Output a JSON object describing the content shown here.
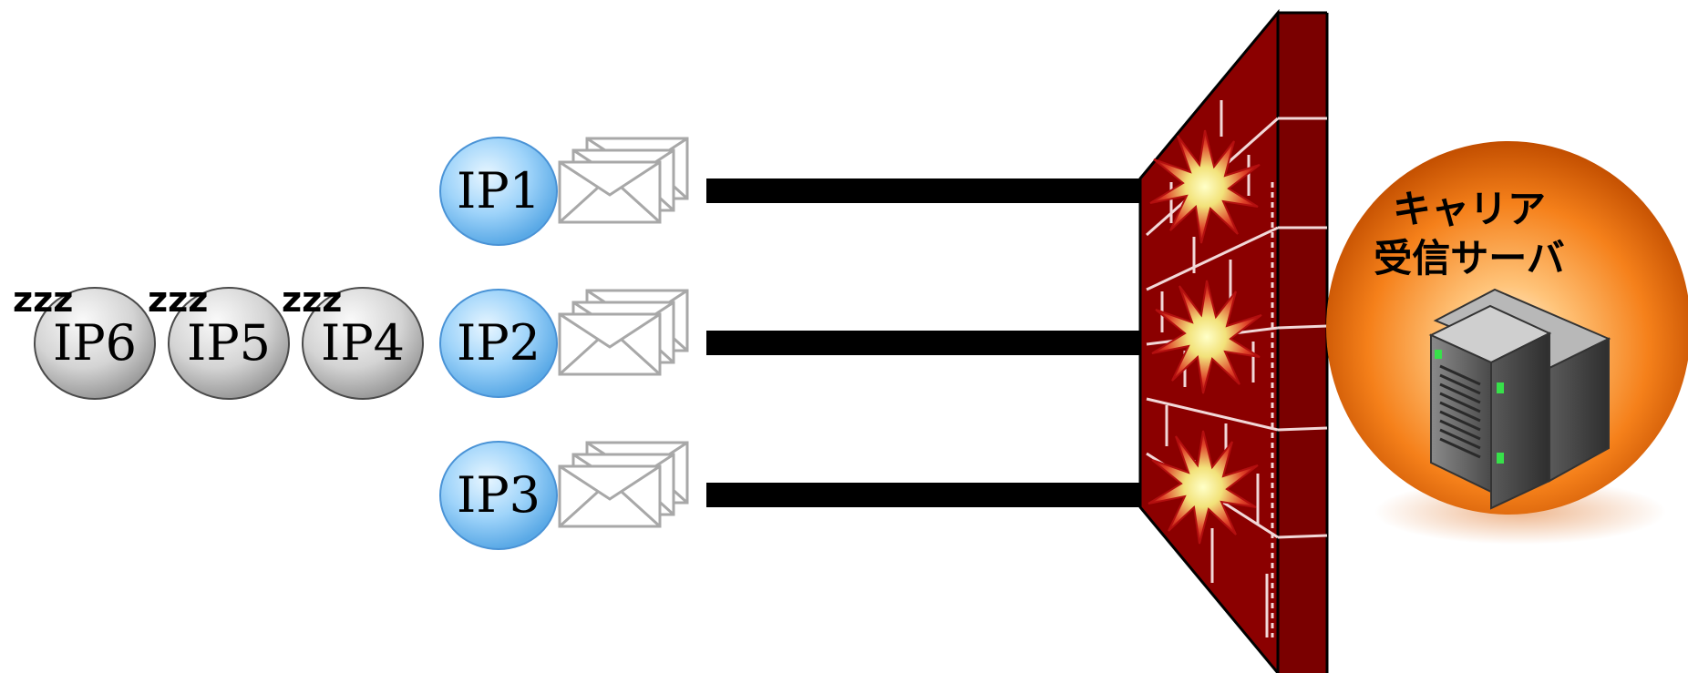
{
  "active_ips": [
    {
      "label": "IP1"
    },
    {
      "label": "IP2"
    },
    {
      "label": "IP3"
    }
  ],
  "sleeping_ips": [
    {
      "label": "IP6",
      "sleep_text": "zzz"
    },
    {
      "label": "IP5",
      "sleep_text": "zzz"
    },
    {
      "label": "IP4",
      "sleep_text": "zzz"
    }
  ],
  "server": {
    "line1": "キャリア",
    "line2": "受信サーバ"
  },
  "colors": {
    "active_ip_fill": "#8fcbf5",
    "sleeping_ip_fill": "#d2d2d2",
    "wall": "#8b0000",
    "server_glow": "#f0700a",
    "connection_line": "#000000"
  },
  "icons": [
    "envelope-stack-icon",
    "burst-icon",
    "brick-wall-icon",
    "server-tower-icon"
  ]
}
